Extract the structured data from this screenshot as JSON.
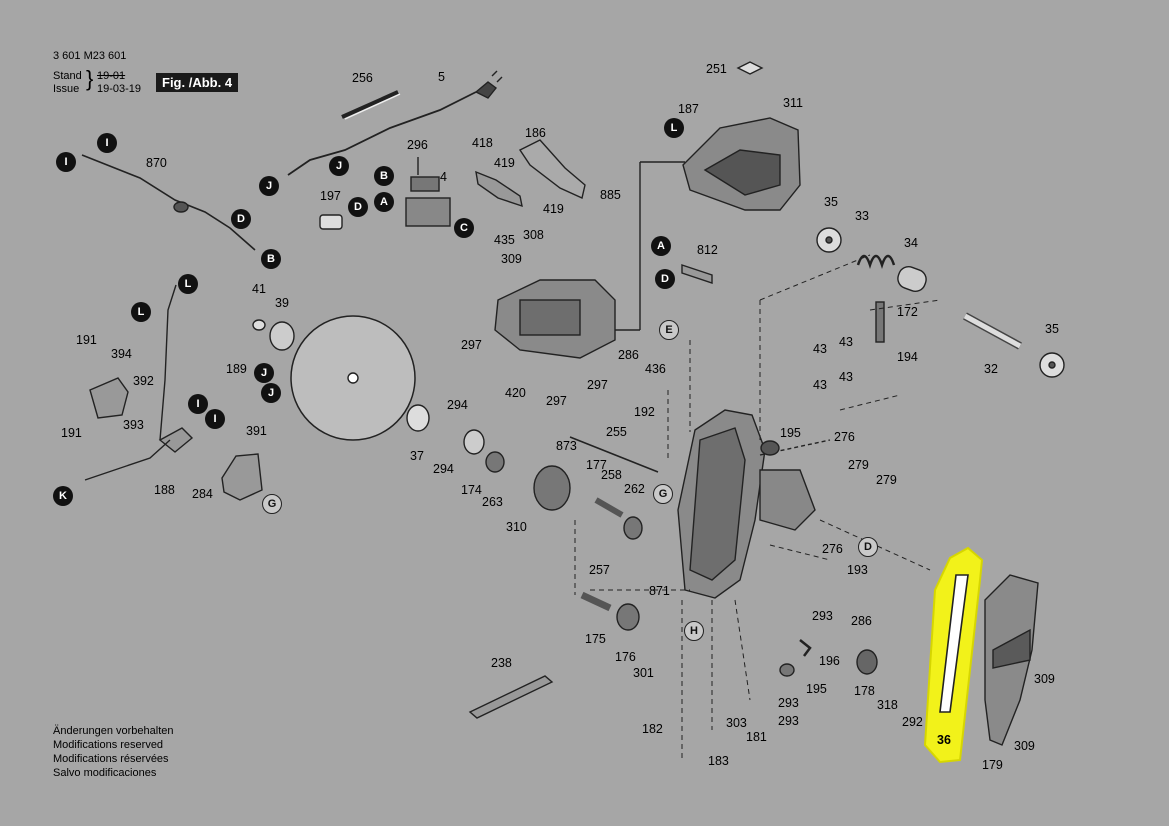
{
  "header": {
    "doc_number": "3 601 M23 601",
    "stand_label": "Stand",
    "issue_label": "Issue",
    "stand_value": "19-01",
    "issue_value": "19-03-19",
    "figure_label": "Fig. /Abb. 4"
  },
  "footer_notes": [
    "Änderungen vorbehalten",
    "Modifications reserved",
    "Modifications réservées",
    "Salvo modificaciones"
  ],
  "part_numbers": {
    "p256": "256",
    "p5": "5",
    "p870": "870",
    "p296": "296",
    "p4": "4",
    "p197": "197",
    "p418": "418",
    "p186": "186",
    "p419a": "419",
    "p419b": "419",
    "p435": "435",
    "p308": "308",
    "p309": "309",
    "p885": "885",
    "p251": "251",
    "p187": "187",
    "p311": "311",
    "p812": "812",
    "p35a": "35",
    "p33": "33",
    "p34": "34",
    "p35b": "35",
    "p32": "32",
    "p172": "172",
    "p194": "194",
    "p43a": "43",
    "p43b": "43",
    "p43c": "43",
    "p43d": "43",
    "p41": "41",
    "p39": "39",
    "p191a": "191",
    "p394": "394",
    "p392": "392",
    "p393": "393",
    "p191b": "191",
    "p189": "189",
    "p297a": "297",
    "p297b": "297",
    "p297c": "297",
    "p420": "420",
    "p286a": "286",
    "p436": "436",
    "p192": "192",
    "p294a": "294",
    "p294b": "294",
    "p37": "37",
    "p174": "174",
    "p263": "263",
    "p310": "310",
    "p873": "873",
    "p255": "255",
    "p177": "177",
    "p258": "258",
    "p262": "262",
    "p195a": "195",
    "p276a": "276",
    "p279a": "279",
    "p279b": "279",
    "p276b": "276",
    "p391": "391",
    "p188": "188",
    "p284": "284",
    "p257": "257",
    "p175": "175",
    "p871": "871",
    "p176": "176",
    "p301": "301",
    "p193": "193",
    "p293a": "293",
    "p286b": "286",
    "p196": "196",
    "p195b": "195",
    "p178": "178",
    "p318": "318",
    "p292": "292",
    "p293b": "293",
    "p293c": "293",
    "p238": "238",
    "p182": "182",
    "p303": "303",
    "p181": "181",
    "p183": "183",
    "p36": "36",
    "p179": "179",
    "p309a": "309",
    "p309b": "309"
  },
  "callouts": {
    "I": "I",
    "J": "J",
    "B": "B",
    "D": "D",
    "A": "A",
    "C": "C",
    "L": "L",
    "E": "E",
    "G": "G",
    "H": "H",
    "K": "K"
  },
  "colors": {
    "background": "#a6a6a6",
    "highlight": "#f2f21a",
    "ink": "#222222"
  }
}
